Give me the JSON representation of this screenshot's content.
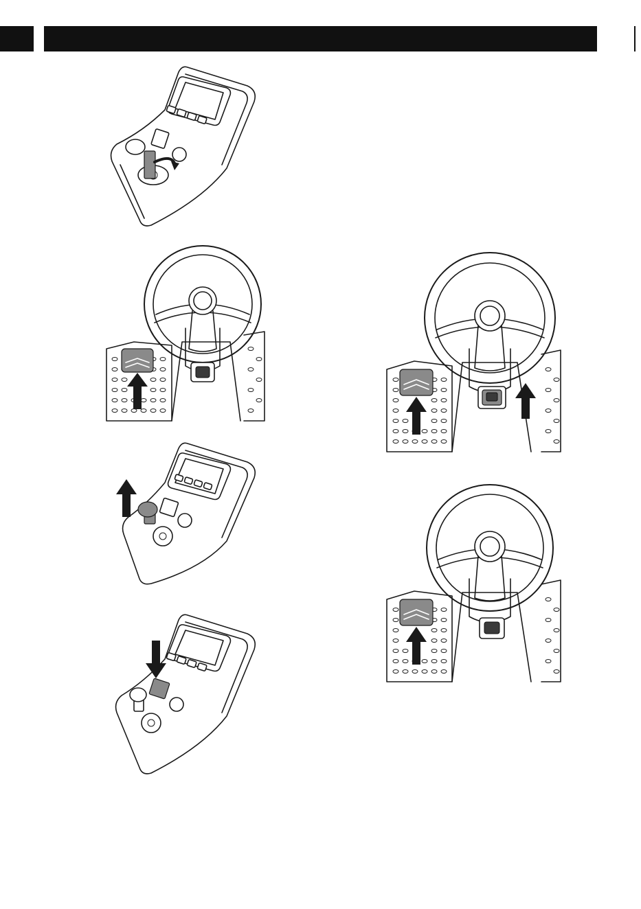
{
  "header": {
    "bar_color": "#111111"
  },
  "figures": [
    {
      "id": "fig-1",
      "depicts": "control-panel-lever-turn",
      "icon": "curved-arrow-icon"
    },
    {
      "id": "fig-2",
      "depicts": "steering-wheel-pedal-press",
      "icon": "up-arrow-icon"
    },
    {
      "id": "fig-3",
      "depicts": "control-panel-knob-pull",
      "icon": "up-arrow-icon"
    },
    {
      "id": "fig-4",
      "depicts": "control-panel-switch-press",
      "icon": "down-arrow-icon"
    },
    {
      "id": "fig-5",
      "depicts": "steering-wheel-pedal-and-lever",
      "icon": "up-arrow-icon"
    },
    {
      "id": "fig-6",
      "depicts": "steering-wheel-pedal-press",
      "icon": "up-arrow-icon"
    }
  ]
}
